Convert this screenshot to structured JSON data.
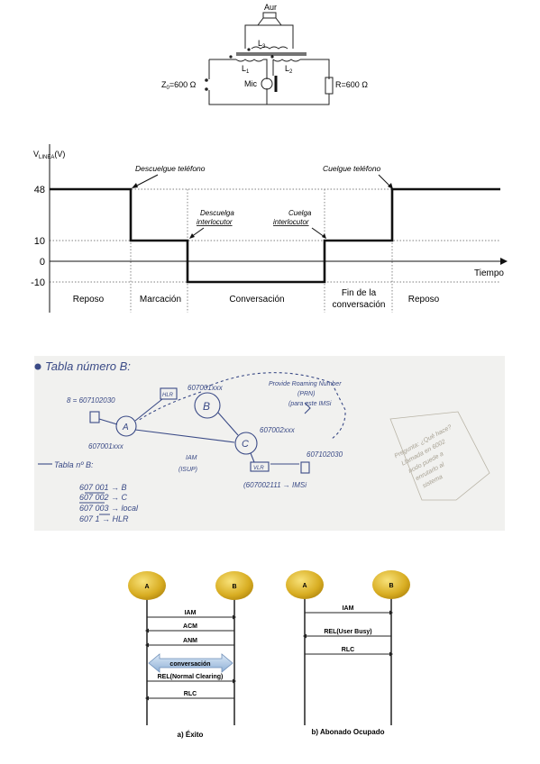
{
  "circuit": {
    "speaker_label": "Aur",
    "l3": "L",
    "l3_sub": "3",
    "l1": "L",
    "l1_sub": "1",
    "l2": "L",
    "l2_sub": "2",
    "z0_prefix": "Z",
    "z0_sub": "0",
    "z0_value": "=600 Ω",
    "mic": "Mic",
    "r": "R=600 Ω"
  },
  "voltage": {
    "ylabel": "V",
    "ylabel_sub": "LINEA",
    "ylabel_unit": "(V)",
    "xlabel": "Tiempo",
    "ticks": [
      "48",
      "10",
      "0",
      "-10"
    ],
    "annotations": {
      "descuelgue": "Descuelgue teléfono",
      "descuelga_1": "Descuelga",
      "descuelga_2": "interlocutor",
      "cuelga_1": "Cuelga",
      "cuelga_2": "interlocutor",
      "cuelgue": "Cuelgue teléfono"
    },
    "phases": {
      "reposo1": "Reposo",
      "marcacion": "Marcación",
      "conversacion": "Conversación",
      "fin_1": "Fin de la",
      "fin_2": "conversación",
      "reposo2": "Reposo"
    }
  },
  "chart_data": {
    "type": "line",
    "xlabel": "Tiempo",
    "ylabel": "VLINEA(V)",
    "x": [
      "Reposo",
      "Marcación",
      "Conversación",
      "Fin de la conversación",
      "Reposo"
    ],
    "series": [
      {
        "values": [
          48,
          10,
          -10,
          10,
          48
        ]
      }
    ],
    "yticks": [
      48,
      10,
      0,
      -10
    ]
  },
  "whiteboard": {
    "title": "Tabla número B:",
    "nodes": [
      "A",
      "B",
      "C"
    ],
    "number_top": "8 = 607102030",
    "hlr": "HLR",
    "b_num": "607001xxx",
    "roaming_1": "Provide Roaming Number",
    "roaming_2": "(PRN)",
    "roaming_3": "(para este IMSi",
    "c_num": "607002xxx",
    "a_num": "607001xxx",
    "iam": "IAM",
    "isup": "(ISUP)",
    "vlr": "VLR",
    "vlr_num": "607102030",
    "imsi_line": "(607002111 → IMSi",
    "table_title": "Tabla nº B:",
    "table_rows": [
      "607 001 → B",
      "607 002 → C",
      "607 003 → local",
      "607 1 → HLR"
    ],
    "note_1": "Pregunta: ¿Qué hace?",
    "note_2": "Llamada en 6002",
    "note_3": "nodo puede a",
    "note_4": "enrutarlo al",
    "note_5": "sistema"
  },
  "ladder": {
    "left": {
      "a": "A",
      "b": "B",
      "messages": [
        "IAM",
        "ACM",
        "ANM",
        "conversación",
        "REL(Normal Clearing)",
        "RLC"
      ],
      "caption": "a) Éxito"
    },
    "right": {
      "a": "A",
      "b": "B",
      "messages": [
        "IAM",
        "REL(User Busy)",
        "RLC"
      ],
      "caption": "b) Abonado Ocupado"
    }
  }
}
